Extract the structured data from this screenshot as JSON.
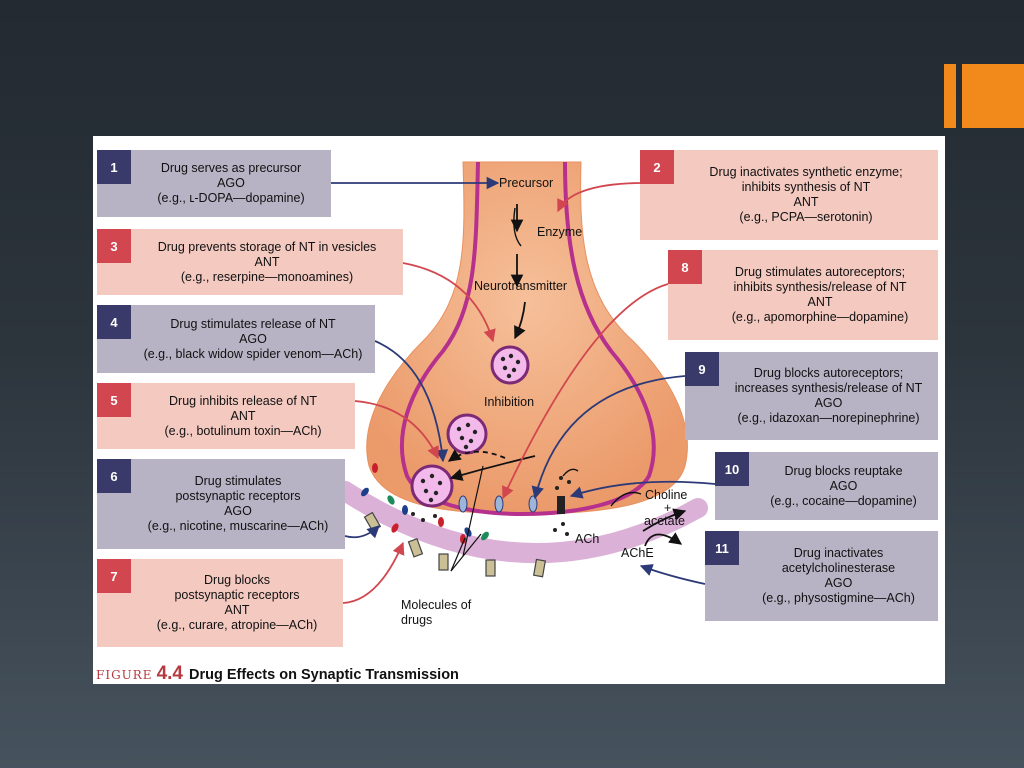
{
  "colors": {
    "accent": "#f28a1b",
    "agonist_box": "#b7b3c4",
    "agonist_number": "#3a3a6a",
    "antagonist_box": "#f3c9c0",
    "antagonist_number": "#d2474f",
    "neuron": "#f1a678",
    "membrane": "#b6318e",
    "postsynaptic": "#dcb1d8"
  },
  "boxes": [
    {
      "number": "1",
      "lines": [
        "Drug serves as precursor",
        "AGO",
        "(e.g., ʟ-DOPA—dopamine)"
      ]
    },
    {
      "number": "2",
      "lines": [
        "Drug inactivates synthetic enzyme;",
        "inhibits synthesis of NT",
        "ANT",
        "(e.g., PCPA—serotonin)"
      ]
    },
    {
      "number": "3",
      "lines": [
        "Drug prevents storage of NT in vesicles",
        "ANT",
        "(e.g., reserpine—monoamines)"
      ]
    },
    {
      "number": "4",
      "lines": [
        "Drug stimulates release of NT",
        "AGO",
        "(e.g., black widow spider venom—ACh)"
      ]
    },
    {
      "number": "5",
      "lines": [
        "Drug inhibits release of NT",
        "ANT",
        "(e.g., botulinum toxin—ACh)"
      ]
    },
    {
      "number": "6",
      "lines": [
        "Drug stimulates",
        "postsynaptic receptors",
        "AGO",
        "(e.g., nicotine, muscarine—ACh)"
      ]
    },
    {
      "number": "7",
      "lines": [
        "Drug blocks",
        "postsynaptic receptors",
        "ANT",
        "(e.g., curare, atropine—ACh)"
      ]
    },
    {
      "number": "8",
      "lines": [
        "Drug stimulates autoreceptors;",
        "inhibits synthesis/release of NT",
        "ANT",
        "(e.g., apomorphine—dopamine)"
      ]
    },
    {
      "number": "9",
      "lines": [
        "Drug blocks autoreceptors;",
        "increases synthesis/release of NT",
        "AGO",
        "(e.g., idazoxan—norepinephrine)"
      ]
    },
    {
      "number": "10",
      "lines": [
        "Drug blocks reuptake",
        "AGO",
        "(e.g., cocaine—dopamine)"
      ]
    },
    {
      "number": "11",
      "lines": [
        "Drug inactivates",
        "acetylcholinesterase",
        "AGO",
        "(e.g., physostigmine—ACh)"
      ]
    }
  ],
  "labels": {
    "precursor": "Precursor",
    "enzyme": "Enzyme",
    "neurotransmitter": "Neurotransmitter",
    "inhibition": "Inhibition",
    "choline": "Choline",
    "plus": "+",
    "acetate": "acetate",
    "ach": "ACh",
    "ache": "AChE",
    "molecules_line1": "Molecules of",
    "molecules_line2": "drugs"
  },
  "caption": {
    "figure_word": "FIGURE",
    "figure_number": "4.4",
    "title": "Drug Effects on Synaptic Transmission"
  }
}
